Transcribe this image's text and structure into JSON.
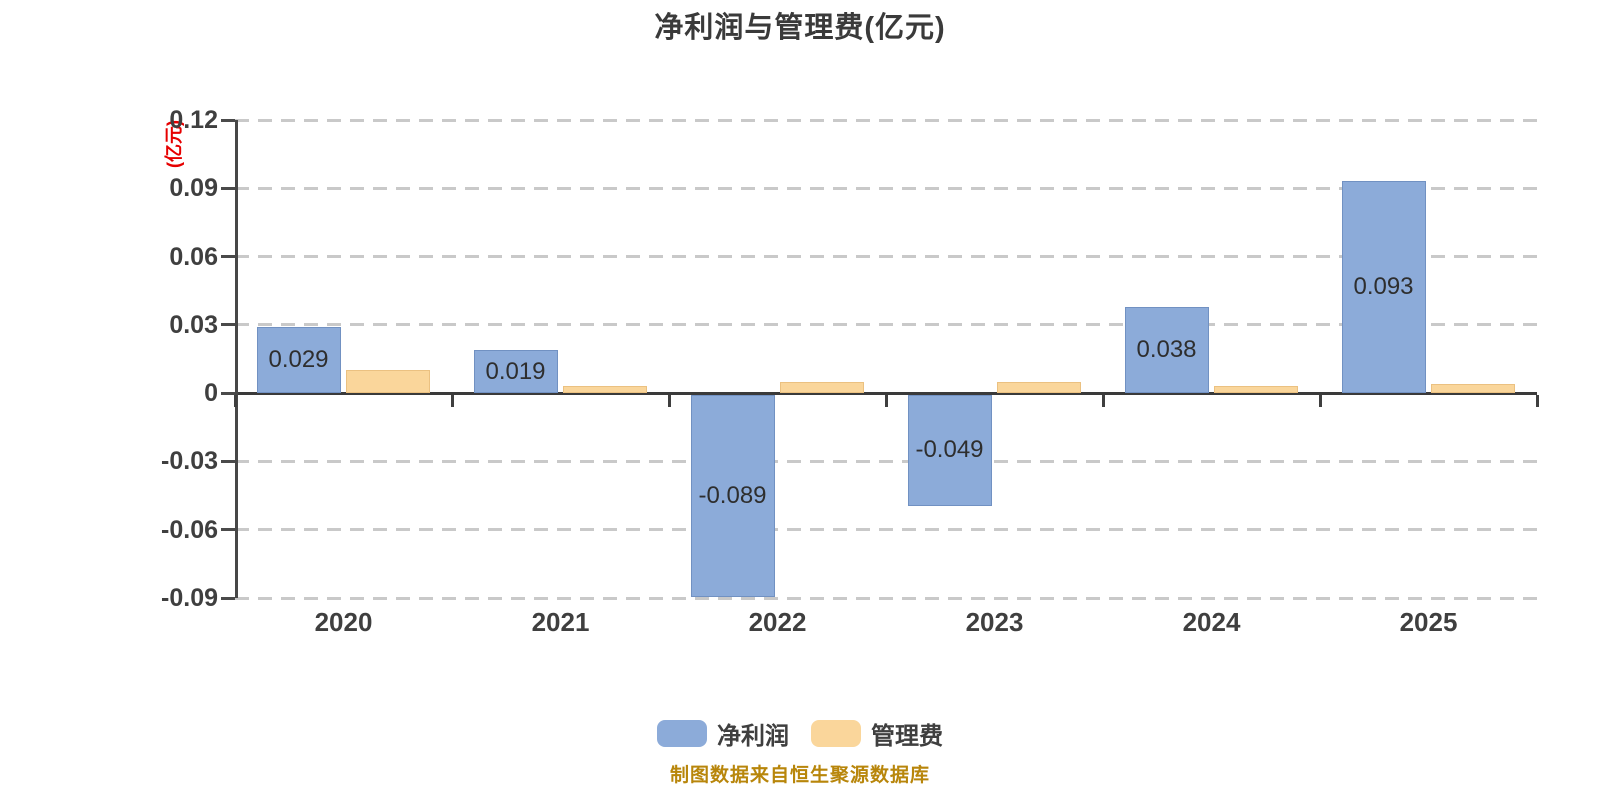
{
  "title": "净利润与管理费(亿元)",
  "y_axis_unit_label": "(亿元)",
  "footer": "制图数据来自恒生聚源数据库",
  "legend": [
    {
      "label": "净利润",
      "color": "#8CABD9"
    },
    {
      "label": "管理费",
      "color": "#FAD69B"
    }
  ],
  "chart_data": {
    "type": "bar",
    "title": "净利润与管理费(亿元)",
    "categories": [
      "2020",
      "2021",
      "2022",
      "2023",
      "2024",
      "2025"
    ],
    "series": [
      {
        "name": "净利润",
        "color": "#8CABD9",
        "border_color": "#7191C2",
        "values": [
          0.029,
          0.019,
          -0.089,
          -0.049,
          0.038,
          0.093
        ],
        "labels": [
          "0.029",
          "0.019",
          "-0.089",
          "-0.049",
          "0.038",
          "0.093"
        ]
      },
      {
        "name": "管理费",
        "color": "#FAD69B",
        "border_color": "#EBC181",
        "values": [
          0.01,
          0.003,
          0.005,
          0.005,
          0.003,
          0.004
        ],
        "labels": [
          "",
          "",
          "",
          "",
          "",
          ""
        ]
      }
    ],
    "ylabel": "(亿元)",
    "ylim": [
      -0.09,
      0.12
    ],
    "yticks": [
      0.12,
      0.09,
      0.06,
      0.03,
      0,
      -0.03,
      -0.06,
      -0.09
    ],
    "ytick_labels": [
      "0.12",
      "0.09",
      "0.06",
      "0.03",
      "0",
      "-0.03",
      "-0.06",
      "-0.09"
    ],
    "grid": "horizontal dashed",
    "legend_position": "bottom"
  },
  "colors": {
    "background": "#ffffff",
    "title_text": "#3a3a3a",
    "tick_text": "#3f3f3f",
    "bar_label_text": "#2e2e2e",
    "grid_line": "#c9c9c9",
    "axis_line": "#3a3a3a",
    "unit_label_text": "#e60000",
    "footer_text": "#b8860b"
  }
}
